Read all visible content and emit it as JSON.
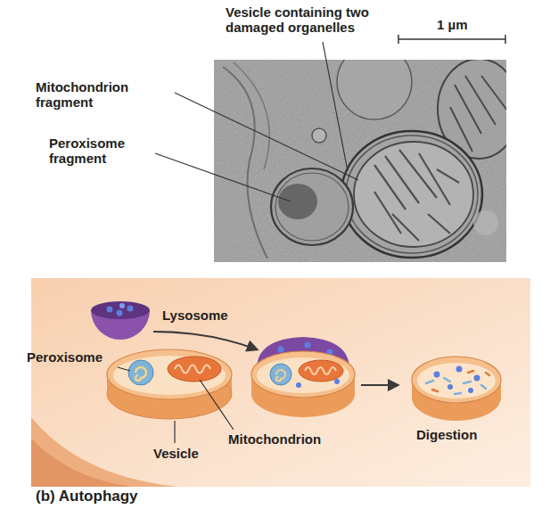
{
  "diagram": {
    "caption": "(b) Autophagy",
    "labels": [
      "Vesicle containing two damaged organelles",
      "1 µm",
      "Mitochondrion fragment",
      "Peroxisome fragment",
      "Lysosome",
      "Peroxisome",
      "Mitochondrion",
      "Digestion",
      "Vesicle"
    ]
  }
}
